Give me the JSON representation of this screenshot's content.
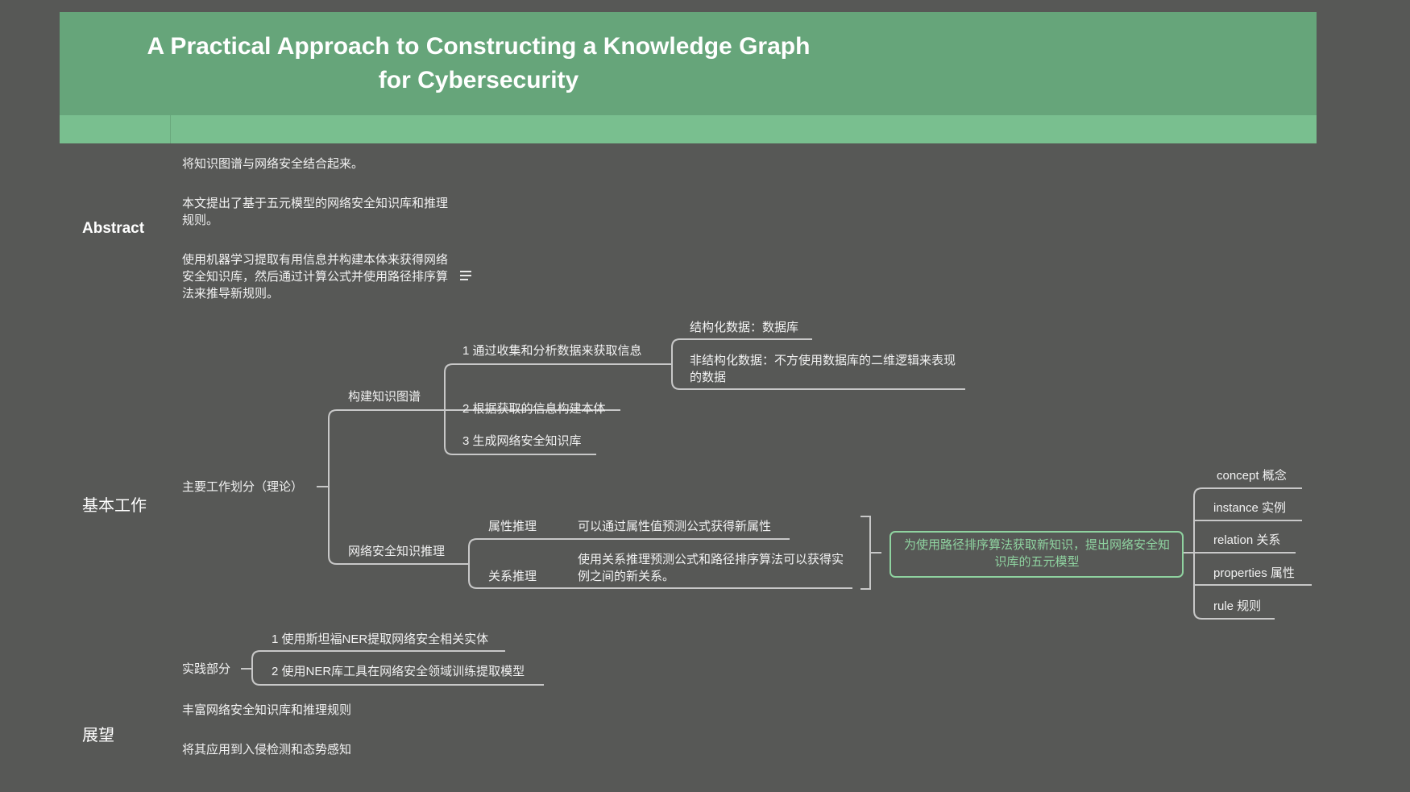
{
  "header": {
    "title_line1": "A Practical Approach to Constructing a Knowledge Graph",
    "title_line2": "for Cybersecurity"
  },
  "sections": {
    "abstract": "Abstract",
    "basic_work": "基本工作",
    "outlook": "展望"
  },
  "abstract_items": [
    "将知识图谱与网络安全结合起来。",
    "本文提出了基于五元模型的网络安全知识库和推理规则。",
    "使用机器学习提取有用信息并构建本体来获得网络安全知识库，然后通过计算公式并使用路径排序算法来推导新规则。"
  ],
  "basic_work": {
    "main": "主要工作划分（理论）",
    "build_kg": {
      "label": "构建知识图谱",
      "steps": [
        "1 通过收集和分析数据来获取信息",
        "2 根据获取的信息构建本体",
        "3 生成网络安全知识库"
      ],
      "data_types": [
        "结构化数据：数据库",
        "非结构化数据：不方使用数据库的二维逻辑来表现的数据"
      ]
    },
    "reasoning": {
      "label": "网络安全知识推理",
      "attr_label": "属性推理",
      "attr_desc": "可以通过属性值预测公式获得新属性",
      "rel_label": "关系推理",
      "rel_desc": "使用关系推理预测公式和路径排序算法可以获得实例之间的新关系。"
    },
    "summary": "为使用路径排序算法获取新知识，提出网络安全知识库的五元模型",
    "five_elements": [
      "concept  概念",
      "instance  实例",
      "relation  关系",
      "properties  属性",
      "rule  规则"
    ],
    "practice": {
      "label": "实践部分",
      "items": [
        "1 使用斯坦福NER提取网络安全相关实体",
        "2 使用NER库工具在网络安全领域训练提取模型"
      ]
    }
  },
  "outlook_items": [
    "丰富网络安全知识库和推理规则",
    "将其应用到入侵检测和态势感知"
  ],
  "colors": {
    "background": "#575856",
    "header": "#66a57a",
    "subbar": "#79bf8f",
    "line": "#c8c8c8",
    "highlight": "#8fd3a0"
  },
  "icons": [
    "note-icon"
  ]
}
